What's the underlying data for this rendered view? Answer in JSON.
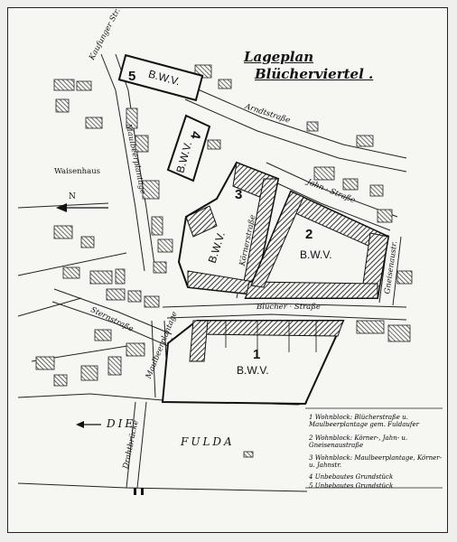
{
  "title_line1": "Lageplan",
  "title_line2": "Blücherviertel .",
  "blocks": {
    "b1": {
      "number": "1",
      "label": "B.W.V."
    },
    "b2": {
      "number": "2",
      "label": "B.W.V."
    },
    "b3": {
      "number": "3",
      "label": "B.W.V."
    },
    "b4": {
      "number": "4",
      "label": "B.W.V."
    },
    "b5": {
      "number": "5",
      "label": "B.W.V."
    }
  },
  "streets": {
    "kaufungen": "Kaufunger Str.",
    "arndt": "Arndtstraße",
    "jahn": "Jahn · Straße",
    "koerner": "Körnerstraße",
    "gneisenau": "Gneisenaustr.",
    "bluecher": "Blücher · Straße",
    "maulbeerplantage_upper": "Maulbeerplantage",
    "maulbeerplantage_lower": "Maulbeerplantage",
    "stern": "Sternstraße",
    "drahtbruecke": "Drahtbrücke"
  },
  "places": {
    "waisenhaus": "Waisenhaus"
  },
  "north": "N",
  "river": {
    "name_left": "DIE",
    "name_right": "FULDA"
  },
  "legend": [
    {
      "num": "1",
      "text": "Wohnblock: Blücherstraße u. Maulbeerplantage gem. Fuldaufer"
    },
    {
      "num": "2",
      "text": "Wohnblock: Körner-, Jahn- u. Gneisenaustraße"
    },
    {
      "num": "3",
      "text": "Wohnblock: Maulbeerplantage, Körner- u. Jahnstr."
    },
    {
      "num": "4",
      "text": "Unbebautes Grundstück"
    },
    {
      "num": "5",
      "text": "Unbebautes Grundstück"
    }
  ]
}
